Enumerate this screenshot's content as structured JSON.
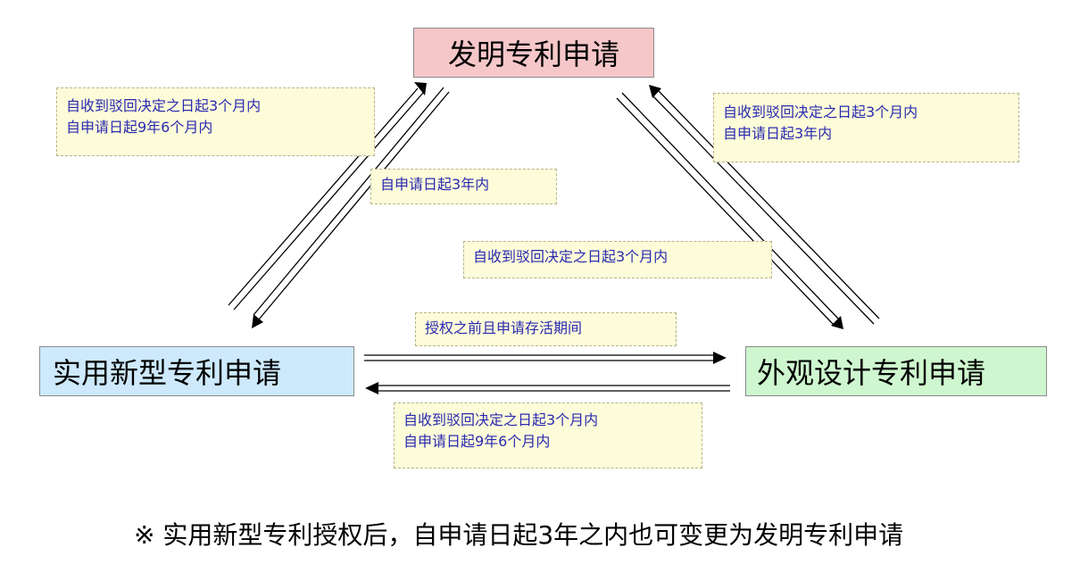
{
  "nodes": {
    "invention": "发明专利申请",
    "utility": "实用新型专利申请",
    "design": "外观设计专利申请"
  },
  "notes": {
    "utility_to_invention": [
      "自收到驳回决定之日起3个月内",
      "自申请日起9年6个月内"
    ],
    "design_to_invention": [
      "自收到驳回决定之日起3个月内",
      "自申请日起3年内"
    ],
    "invention_to_utility": [
      "自申请日起3年内"
    ],
    "invention_to_design": [
      "自收到驳回决定之日起3个月内"
    ],
    "utility_to_design": [
      "授权之前且申请存活期间"
    ],
    "design_to_utility": [
      "自收到驳回决定之日起3个月内",
      "自申请日起9年6个月内"
    ]
  },
  "footnote": "※ 实用新型专利授权后，自申请日起3年之内也可变更为发明专利申请",
  "colors": {
    "invention_fill": "#f6c7c9",
    "utility_fill": "#cde9fb",
    "design_fill": "#cff7cf",
    "note_fill": "#fdfcd9",
    "note_text": "#2a2ab0",
    "arrow": "#000000"
  }
}
